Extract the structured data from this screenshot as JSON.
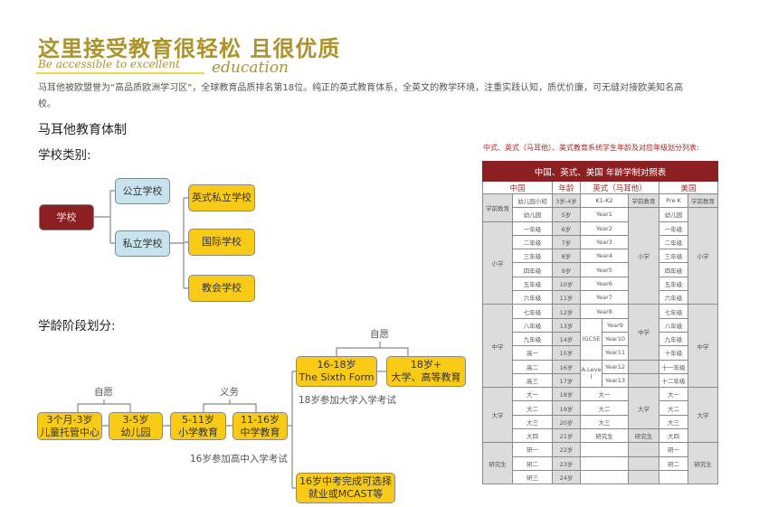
{
  "header": {
    "title": "这里接受教育很轻松 且很优质",
    "subtitle_a": "Be accessible to excellent",
    "subtitle_b": "education"
  },
  "intro": "马耳他被欧盟誉为“高品质欧洲学习区”，全球教育品质排名第18位。纯正的英式教育体系，全英文的教学环境，注重实践认知，质优价廉，可无缝对接欧美知名高校。",
  "section_title": "马耳他教育体制",
  "school_types": {
    "heading": "学校类别:",
    "root": "学校",
    "public": "公立学校",
    "private": "私立学校",
    "private_types": [
      "英式私立学校",
      "国际学校",
      "教会学校"
    ]
  },
  "stages": {
    "heading": "学龄阶段划分:",
    "voluntary_1": "自愿",
    "compulsory": "义务",
    "voluntary_2": "自愿",
    "steps": [
      {
        "age": "3个月-3岁",
        "name": "儿童托管中心"
      },
      {
        "age": "3-5岁",
        "name": "幼儿园"
      },
      {
        "age": "5-11岁",
        "name": "小学教育"
      },
      {
        "age": "11-16岁",
        "name": "中学教育"
      }
    ],
    "sixth_form": {
      "age": "16-18岁",
      "name": "The Sixth Form"
    },
    "higher": {
      "age": "18岁+",
      "name": "大学、高等教育"
    },
    "note_16": "16岁参加高中入学考试",
    "note_18": "18岁参加大学入学考试",
    "alt": {
      "line1": "16岁中考完成可选择",
      "line2": "就业或MCAST等"
    }
  },
  "table": {
    "caption": "中式、英式（马耳他）、美式教育系统学生年龄及对应年级划分列表:",
    "title": "中国、英式、美国 年龄学制对照表",
    "headers": [
      "中国",
      "年龄",
      "英式（马耳他）",
      "美国"
    ],
    "cn_stage": [
      "学前教育",
      "小学",
      "中学",
      "大学",
      "研究生"
    ],
    "cn_grade": [
      "幼儿园小班",
      "幼儿园",
      "一年级",
      "二年级",
      "三年级",
      "四年级",
      "五年级",
      "六年级",
      "七年级",
      "八年级",
      "九年级",
      "高一",
      "高二",
      "高三",
      "大一",
      "大二",
      "大三",
      "大四",
      "研一",
      "研二",
      "研三"
    ],
    "age": [
      "3岁-4岁",
      "5岁",
      "6岁",
      "7岁",
      "8岁",
      "9岁",
      "10岁",
      "11岁",
      "12岁",
      "13岁",
      "14岁",
      "15岁",
      "16岁",
      "17岁",
      "18岁",
      "19岁",
      "20岁",
      "21岁",
      "22岁",
      "23岁",
      "24岁"
    ],
    "uk": [
      "K1-K2",
      "Year1",
      "Year2",
      "Year3",
      "Year4",
      "Year5",
      "Year6",
      "Year7",
      "Year8",
      "Year9",
      "Year10",
      "Year11",
      "Year12",
      "Year13",
      "大一",
      "大二",
      "大三",
      "研究生",
      "",
      "",
      ""
    ],
    "uk_exams": [
      "IGCSE",
      "A-Level"
    ],
    "uk_stage": [
      "学前教育",
      "小学",
      "中学",
      "",
      "",
      "大学",
      "研究生",
      "",
      "",
      ""
    ],
    "us_grade": [
      "Pre K",
      "幼儿园",
      "一年级",
      "二年级",
      "三年级",
      "四年级",
      "五年级",
      "六年级",
      "七年级",
      "八年级",
      "九年级",
      "十年级",
      "十一年级",
      "十二年级",
      "大一",
      "大二",
      "大三",
      "大四",
      "研一",
      "研二",
      ""
    ],
    "us_stage": [
      "学前教育",
      "小学",
      "中学",
      "大学",
      "研究生"
    ]
  },
  "colors": {
    "gold": "#ad932c",
    "red": "#8b1f22",
    "yellow": "#f9cb17",
    "blue": "#c7e4ee"
  }
}
